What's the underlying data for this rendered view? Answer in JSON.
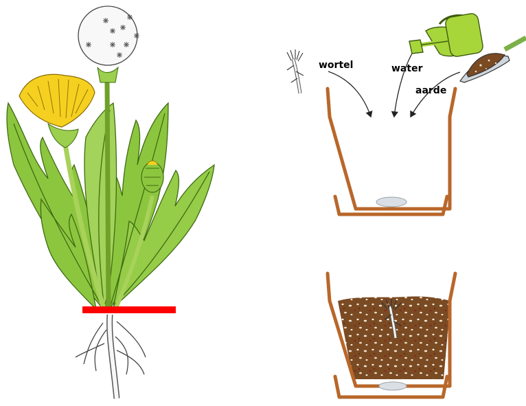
{
  "labels": {
    "root": "wortel",
    "water": "water",
    "soil": "aarde"
  },
  "colors": {
    "pot": "#b8672a",
    "cut_line": "#ff0000",
    "leaf": "#8cc63f",
    "flower": "#f5d020",
    "soil": "#7a4a23",
    "watering_can": "#a6d63a"
  },
  "icons": {
    "plant": "dandelion-plant-icon",
    "root": "root-icon",
    "watering_can": "watering-can-icon",
    "trowel": "trowel-with-soil-icon",
    "empty_pot": "empty-pot-icon",
    "filled_pot": "filled-pot-icon"
  }
}
